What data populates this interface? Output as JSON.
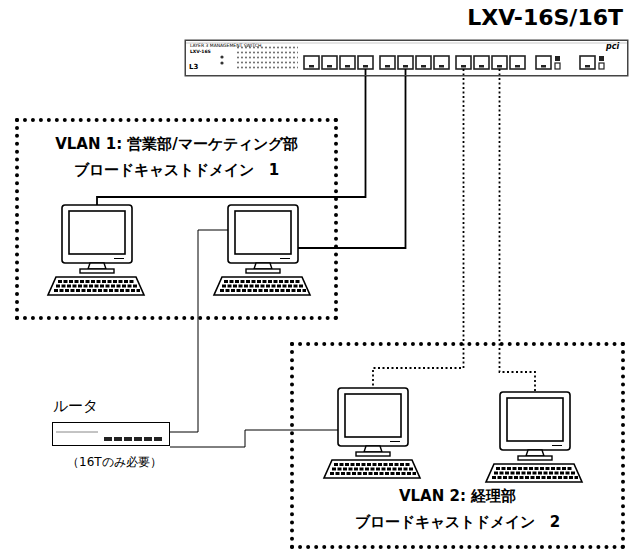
{
  "diagram": {
    "nodes": [
      {
        "text": [
          "LXV-16S/16T"
        ]
      },
      {
        "text": [
          "VLAN 1: 営業部/マーケティング部",
          "ブロードキャストドメイン　1"
        ]
      },
      {
        "text": [
          "VLAN 2: 経理部",
          "ブロードキャストドメイン　2"
        ]
      },
      {
        "text": [
          "ルータ",
          "（16Tのみ必要）"
        ]
      }
    ],
    "labels": [
      "LAYER 3 MANAGEMENT SWITCH",
      "LXV-16S",
      "L3",
      "pci"
    ]
  }
}
